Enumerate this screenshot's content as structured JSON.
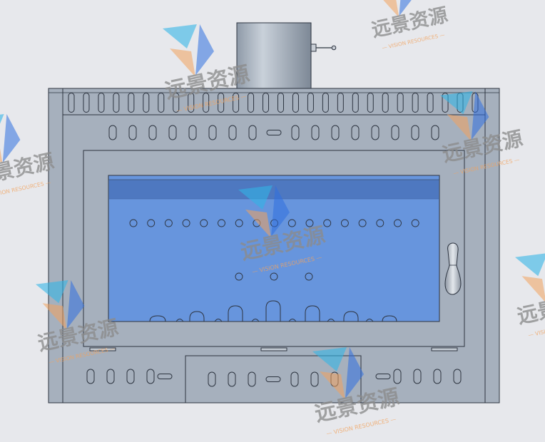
{
  "watermark": {
    "brand_cn": "远景资源",
    "brand_en": "— VISION RESOURCES —"
  },
  "colors": {
    "background": "#e7e8ec",
    "metal": "#a6b0bd",
    "metal_light": "#b5bec9",
    "outline": "#2d3440",
    "glass": "#6795dd",
    "glass_band": "#4e78c0",
    "watermark_blue": "#2f6fe0",
    "watermark_cyan": "#32b4e6",
    "watermark_orange": "#f2a35e",
    "watermark_text": "#8c8c8c"
  },
  "components": {
    "flue_pipe": "flue-pipe",
    "flue_damper": "damper-lever",
    "top_grille": "top-vent-grille",
    "door_frame": "door-frame",
    "glass_window": "glass-window",
    "door_handle": "door-handle",
    "ash_drawer": "ash-drawer"
  }
}
